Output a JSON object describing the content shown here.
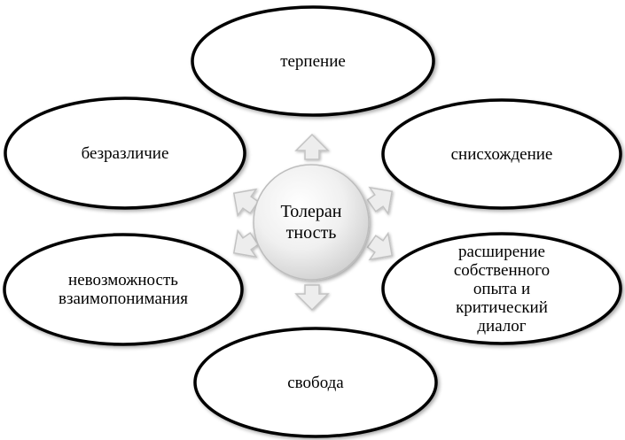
{
  "center": {
    "label": "Толеран\nтность"
  },
  "nodes": [
    {
      "id": "top",
      "label": "терпение"
    },
    {
      "id": "right-upper",
      "label": "снисхождение"
    },
    {
      "id": "right-lower",
      "label": "расширение\nсобственного\nопыта и\nкритический\nдиалог"
    },
    {
      "id": "bottom",
      "label": "свобода"
    },
    {
      "id": "left-lower",
      "label": "невозможность\nвзаимопонимания"
    },
    {
      "id": "left-upper",
      "label": "безразличие"
    }
  ],
  "colors": {
    "outline": "#000000",
    "center_fill_light": "#ffffff",
    "center_fill_dark": "#d4d4d4",
    "arrow_fill": "#ededed",
    "arrow_stroke": "#c2c2c2"
  }
}
